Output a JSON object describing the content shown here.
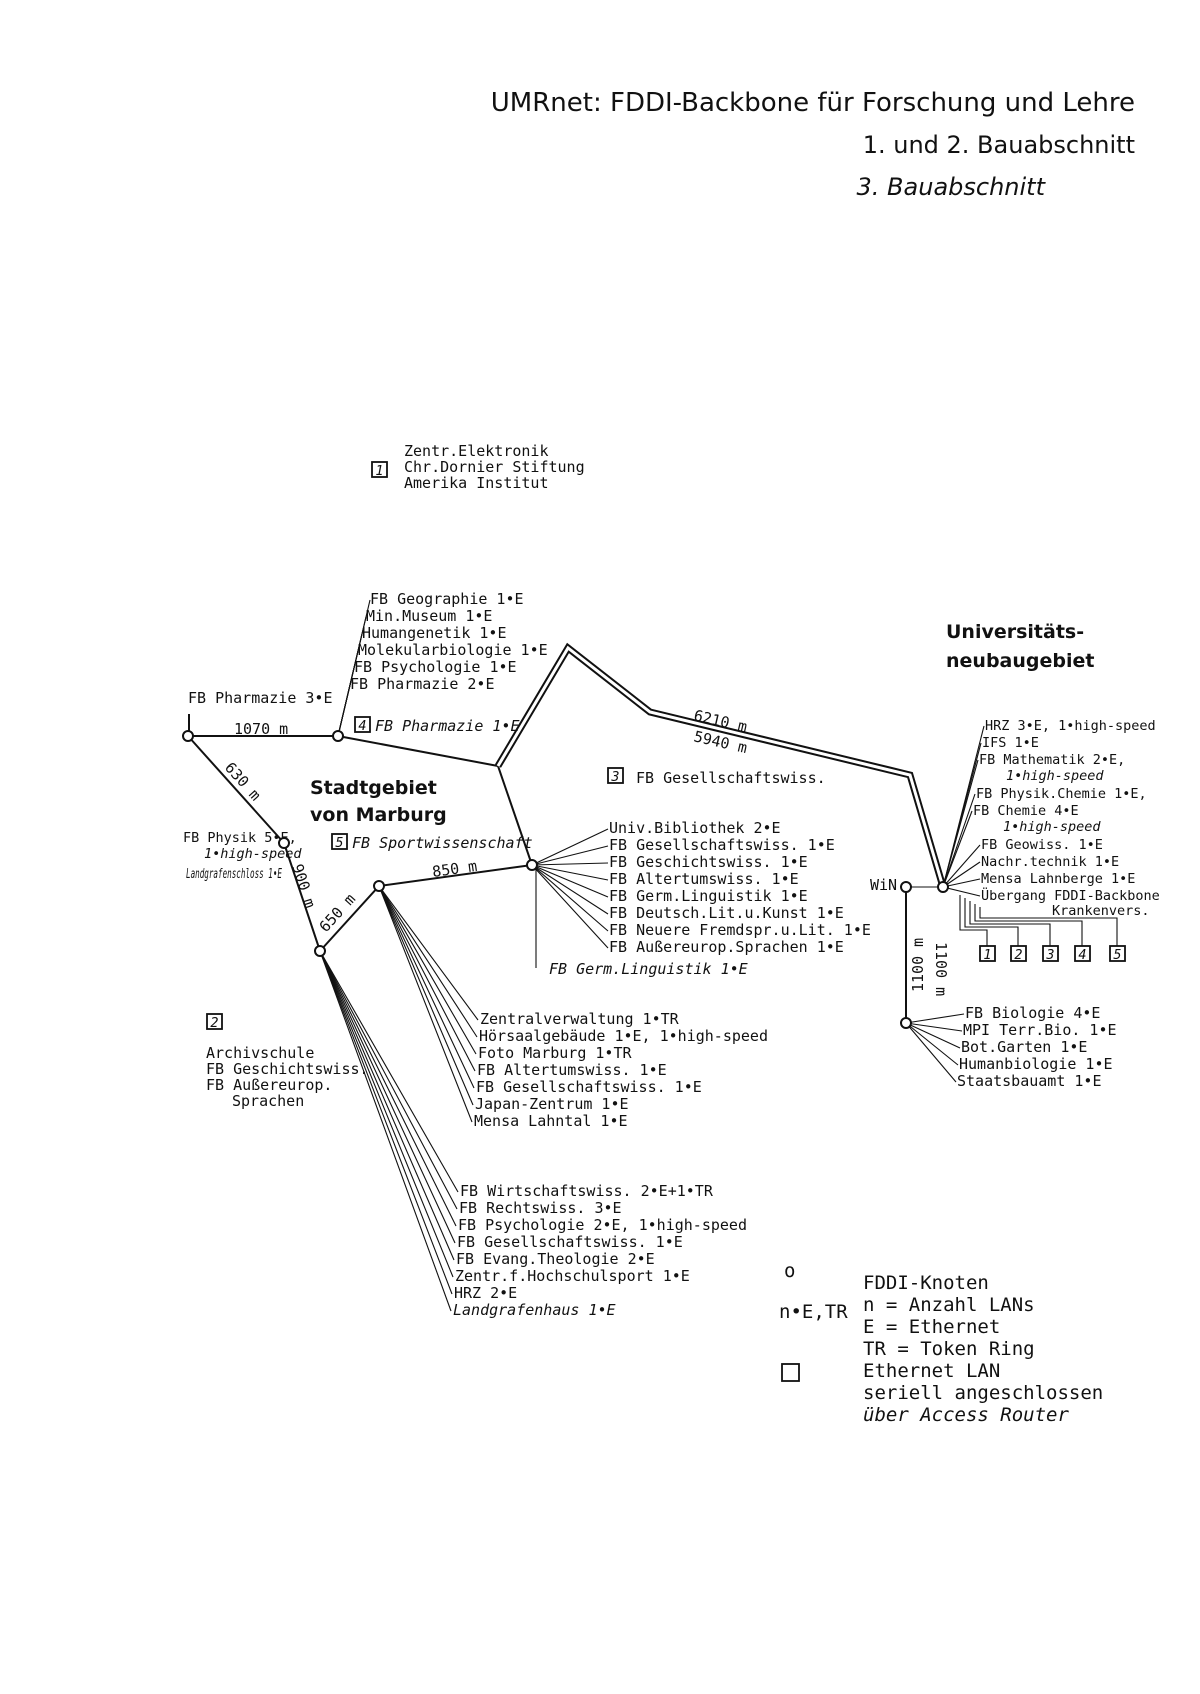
{
  "title": {
    "line1": "UMRnet: FDDI-Backbone für Forschung und Lehre",
    "line2": "1. und 2. Bauabschnitt",
    "line3": "3. Bauabschnitt"
  },
  "regions": {
    "stadt_line1": "Stadtgebiet",
    "stadt_line2": "von Marburg",
    "uni_line1": "Universitäts-",
    "uni_line2": "neubaugebiet"
  },
  "distances": {
    "d1070": "1070 m",
    "d630": "630 m",
    "d900": "900 m",
    "d650": "650 m",
    "d850": "850 m",
    "d6210": "6210 m",
    "d5940": "5940 m",
    "d1100a": "1100 m",
    "d1100b": "1100 m"
  },
  "top_group": {
    "box": "1",
    "lines": [
      "Zentr.Elektronik",
      "Chr.Dornier Stiftung",
      "Amerika Institut"
    ]
  },
  "pharmazie_node": {
    "label": "FB Pharmazie 3•E"
  },
  "north_fan": [
    "FB Geographie 1•E",
    "Min.Museum 1•E",
    "Humangenetik 1•E",
    "Molekularbiologie 1•E",
    "FB Psychologie 1•E",
    "FB Pharmazie 2•E"
  ],
  "box4_label": "4",
  "box4_text": "FB Pharmazie 1•E",
  "physik": {
    "line1": "FB Physik 5•E,",
    "line2": "1•high-speed",
    "line3": "Landgrafenschloss 1•E"
  },
  "box5_label": "5",
  "box5_text": "FB Sportwissenschaft",
  "box3_label": "3",
  "box3_text": "FB Gesellschaftswiss.",
  "bib_fan": [
    "Univ.Bibliothek 2•E",
    "FB Gesellschaftswiss. 1•E",
    "FB Geschichtswiss. 1•E",
    "FB Altertumswiss. 1•E",
    "FB Germ.Linguistik 1•E",
    "FB Deutsch.Lit.u.Kunst 1•E",
    "FB Neuere Fremdspr.u.Lit. 1•E",
    "FB Außereurop.Sprachen 1•E"
  ],
  "bib_extra": "FB Germ.Linguistik 1•E",
  "mid_fan": [
    "Zentralverwaltung 1•TR",
    "Hörsaalgebäude 1•E, 1•high-speed",
    "Foto Marburg 1•TR",
    "FB Altertumswiss. 1•E",
    "FB Gesellschaftswiss. 1•E",
    "Japan-Zentrum 1•E",
    "Mensa Lahntal 1•E"
  ],
  "low_fan": [
    "FB Wirtschaftswiss. 2•E+1•TR",
    "FB Rechtswiss. 3•E",
    "FB Psychologie 2•E, 1•high-speed",
    "FB Gesellschaftswiss. 1•E",
    "FB Evang.Theologie 2•E",
    "Zentr.f.Hochschulsport 1•E",
    "HRZ 2•E",
    "Landgrafenhaus 1•E"
  ],
  "archiv": {
    "box": "2",
    "lines": [
      "Archivschule",
      "FB Geschichtswiss.",
      "FB Außereurop.",
      "Sprachen"
    ]
  },
  "uni_fan": [
    "HRZ 3•E, 1•high-speed",
    "IFS 1•E",
    "FB Mathematik 2•E,",
    "1•high-speed",
    "FB Physik.Chemie 1•E,",
    "FB Chemie 4•E",
    "1•high-speed",
    "FB Geowiss. 1•E",
    "Nachr.technik 1•E",
    "Mensa Lahnberge 1•E",
    "Übergang FDDI-Backbone",
    "Krankenvers."
  ],
  "uni_boxes": [
    "1",
    "2",
    "3",
    "4",
    "5"
  ],
  "win_label": "WiN",
  "bio_fan": [
    "FB Biologie 4•E",
    "MPI Terr.Bio. 1•E",
    "Bot.Garten 1•E",
    "Humanbiologie 1•E",
    "Staatsbauamt 1•E"
  ],
  "legend": {
    "node_symbol": "o",
    "node_text": "FDDI-Knoten",
    "count_symbol": "n•E,TR",
    "count_lines": [
      "n  = Anzahl LANs",
      "E  = Ethernet",
      "TR = Token Ring"
    ],
    "box_lines": [
      "Ethernet LAN",
      "seriell angeschlossen",
      "über Access Router"
    ]
  }
}
